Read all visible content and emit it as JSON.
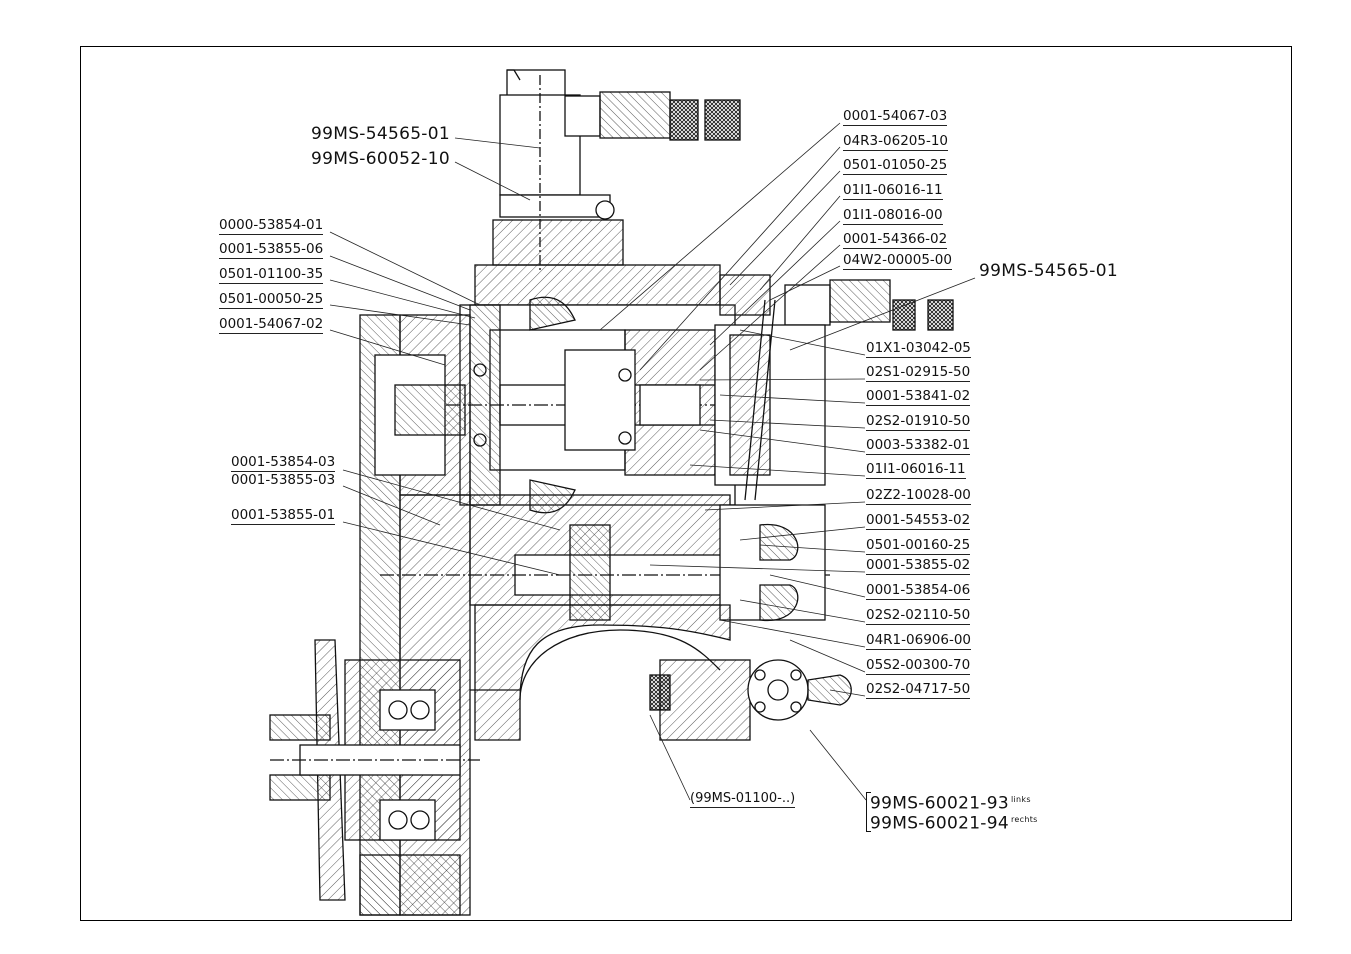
{
  "drawing": {
    "labels_left": [
      "99MS-54565-01",
      "99MS-60052-10",
      "0000-53854-01",
      "0001-53855-06",
      "0501-01100-35",
      "0501-00050-25",
      "0001-54067-02",
      "0001-53854-03",
      "0001-53855-03",
      "0001-53855-01"
    ],
    "labels_right_top": [
      "0001-54067-03",
      "04R3-06205-10",
      "0501-01050-25",
      "01I1-06016-11",
      "01I1-08016-00",
      "0001-54366-02",
      "04W2-00005-00"
    ],
    "label_right_big": "99MS-54565-01",
    "labels_right": [
      "01X1-03042-05",
      "02S1-02915-50",
      "0001-53841-02",
      "02S2-01910-50",
      "0003-53382-01",
      "01I1-06016-11",
      "02Z2-10028-00",
      "0001-54553-02",
      "0501-00160-25",
      "0001-53855-02",
      "0001-53854-06",
      "02S2-02110-50",
      "04R1-06906-00",
      "05S2-00300-70",
      "02S2-04717-50"
    ],
    "ref_label": "(99MS-01100-..)",
    "variant_labels": [
      {
        "code": "99MS-60021-93",
        "side": "links"
      },
      {
        "code": "99MS-60021-94",
        "side": "rechts"
      }
    ]
  }
}
